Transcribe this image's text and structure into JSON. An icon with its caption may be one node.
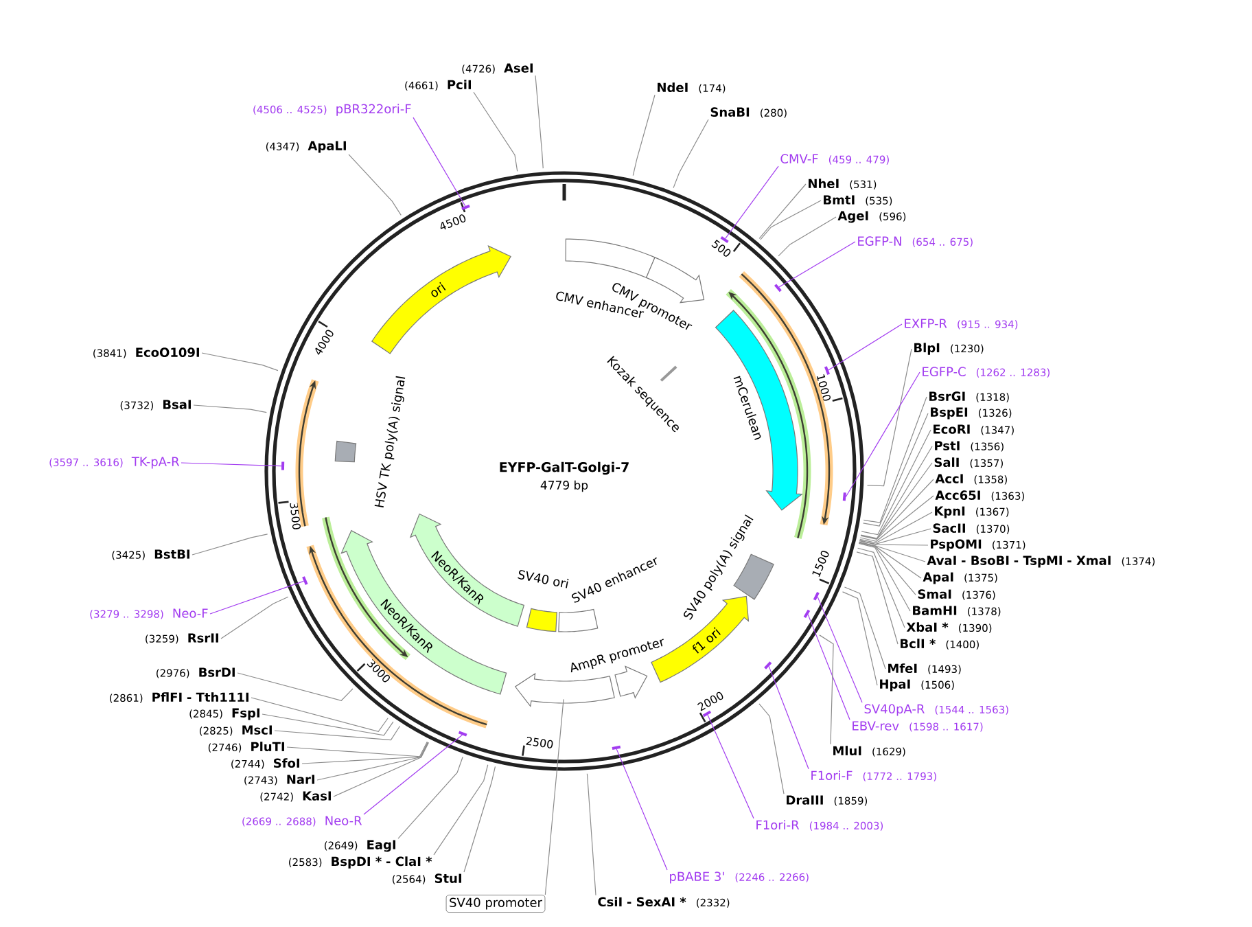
{
  "diagram": {
    "title": "EYFP-GalT-Golgi-7",
    "nodes": [
      {
        "text": [
          "NdeI",
          "(174)"
        ]
      },
      {
        "text": [
          "SnaBI",
          "(280)"
        ]
      },
      {
        "text": [
          "CMV-F",
          "(459 .. 479)"
        ]
      },
      {
        "text": [
          "NheI",
          "(531)"
        ]
      },
      {
        "text": [
          "BmtI",
          "(535)"
        ]
      },
      {
        "text": [
          "AgeI",
          "(596)"
        ]
      },
      {
        "text": [
          "EGFP-N",
          "(654 .. 675)"
        ]
      },
      {
        "text": [
          "EXFP-R",
          "(915 .. 934)"
        ]
      },
      {
        "text": [
          "BlpI",
          "(1230)"
        ]
      },
      {
        "text": [
          "EGFP-C",
          "(1262 .. 1283)"
        ]
      },
      {
        "text": [
          "BsrGI",
          "(1318)"
        ]
      },
      {
        "text": [
          "BspEI",
          "(1326)"
        ]
      },
      {
        "text": [
          "EcoRI",
          "(1347)"
        ]
      },
      {
        "text": [
          "PstI",
          "(1356)"
        ]
      },
      {
        "text": [
          "SalI",
          "(1357)"
        ]
      },
      {
        "text": [
          "AccI",
          "(1358)"
        ]
      },
      {
        "text": [
          "Acc65I",
          "(1363)"
        ]
      },
      {
        "text": [
          "KpnI",
          "(1367)"
        ]
      },
      {
        "text": [
          "SacII",
          "(1370)"
        ]
      },
      {
        "text": [
          "PspOMI",
          "(1371)"
        ]
      },
      {
        "text": [
          "AvaI",
          "- BsoBI",
          "- TspMI",
          "- XmaI",
          "(1374)"
        ]
      },
      {
        "text": [
          "ApaI",
          "(1375)"
        ]
      },
      {
        "text": [
          "SmaI",
          "(1376)"
        ]
      },
      {
        "text": [
          "BamHI",
          "(1378)"
        ]
      },
      {
        "text": [
          "XbaI *",
          "(1390)"
        ]
      },
      {
        "text": [
          "BclI *",
          "(1400)"
        ]
      },
      {
        "text": [
          "MfeI",
          "(1493)"
        ]
      },
      {
        "text": [
          "HpaI",
          "(1506)"
        ]
      },
      {
        "text": [
          "SV40pA-R",
          "(1544 .. 1563)"
        ]
      },
      {
        "text": [
          "EBV-rev",
          "(1598 .. 1617)"
        ]
      },
      {
        "text": [
          "MluI",
          "(1629)"
        ]
      },
      {
        "text": [
          "F1ori-F",
          "(1772 .. 1793)"
        ]
      },
      {
        "text": [
          "DraIII",
          "(1859)"
        ]
      },
      {
        "text": [
          "F1ori-R",
          "(1984 .. 2003)"
        ]
      },
      {
        "text": [
          "pBABE 3'",
          "(2246 .. 2266)"
        ]
      },
      {
        "text": [
          "CsiI",
          "- SexAI *",
          "(2332)"
        ]
      },
      {
        "text": [
          "SV40 promoter"
        ]
      },
      {
        "text": [
          "(2564)",
          "StuI"
        ]
      },
      {
        "text": [
          "(2583)",
          "BspDI *",
          "- ClaI *"
        ]
      },
      {
        "text": [
          "(2649)",
          "EagI"
        ]
      },
      {
        "text": [
          "(2669 .. 2688)",
          "Neo-R"
        ]
      },
      {
        "text": [
          "(2742)",
          "KasI"
        ]
      },
      {
        "text": [
          "(2743)",
          "NarI"
        ]
      },
      {
        "text": [
          "(2744)",
          "SfoI"
        ]
      },
      {
        "text": [
          "(2746)",
          "PluTI"
        ]
      },
      {
        "text": [
          "(2825)",
          "MscI"
        ]
      },
      {
        "text": [
          "(2845)",
          "FspI"
        ]
      },
      {
        "text": [
          "(2861)",
          "PflFI",
          "- Tth111I"
        ]
      },
      {
        "text": [
          "(2976)",
          "BsrDI"
        ]
      },
      {
        "text": [
          "(3259)",
          "RsrII"
        ]
      },
      {
        "text": [
          "(3279 .. 3298)",
          "Neo-F"
        ]
      },
      {
        "text": [
          "(3425)",
          "BstBI"
        ]
      },
      {
        "text": [
          "(3597 .. 3616)",
          "TK-pA-R"
        ]
      },
      {
        "text": [
          "(3732)",
          "BsaI"
        ]
      },
      {
        "text": [
          "(3841)",
          "EcoO109I"
        ]
      },
      {
        "text": [
          "(4347)",
          "ApaLI"
        ]
      },
      {
        "text": [
          "(4506 .. 4525)",
          "pBR322ori-F"
        ]
      },
      {
        "text": [
          "(4661)",
          "PciI"
        ]
      },
      {
        "text": [
          "(4726)",
          "AseI"
        ]
      },
      {
        "text": [
          "CMV enhancer"
        ]
      },
      {
        "text": [
          "CMV promoter"
        ]
      },
      {
        "text": [
          "Kozak sequence"
        ]
      },
      {
        "text": [
          "mCerulean"
        ]
      },
      {
        "text": [
          "SV40 poly(A) signal"
        ]
      },
      {
        "text": [
          "f1 ori"
        ]
      },
      {
        "text": [
          "AmpR promoter"
        ]
      },
      {
        "text": [],
        "shape": "arrow"
      },
      {
        "text": [
          "SV40 enhancer"
        ]
      },
      {
        "text": [
          "SV40 ori"
        ]
      },
      {
        "text": [
          "NeoR/KanR"
        ]
      },
      {
        "text": [
          "NeoR/KanR"
        ]
      },
      {
        "text": [
          "HSV TK poly(A) signal"
        ]
      },
      {
        "text": [
          "ori"
        ]
      },
      {
        "text": [],
        "shape": "bar"
      },
      {
        "text": [],
        "shape": "bar"
      },
      {
        "text": [],
        "shape": "bar"
      },
      {
        "text": [],
        "shape": "bar"
      },
      {
        "text": [],
        "shape": "bar"
      },
      {
        "text": [],
        "shape": "bar"
      },
      {
        "text": [],
        "shape": "bar"
      },
      {
        "text": [],
        "shape": "bar"
      },
      {
        "text": [],
        "shape": "bar"
      },
      {
        "text": [],
        "shape": "bar"
      },
      {
        "text": [],
        "shape": "bar"
      },
      {
        "text": [],
        "shape": "bar"
      },
      {
        "text": [],
        "shape": "bar"
      }
    ],
    "edges": [
      {
        "from": 0,
        "to": null,
        "arrow": "none"
      },
      {
        "from": 1,
        "to": null,
        "arrow": "none"
      },
      {
        "from": 2,
        "to": 73,
        "arrow": "none",
        "color": "#a23cf0"
      },
      {
        "from": 3,
        "to": null,
        "arrow": "none"
      },
      {
        "from": 4,
        "to": null,
        "arrow": "none"
      },
      {
        "from": 5,
        "to": null,
        "arrow": "none"
      },
      {
        "from": 6,
        "to": 74,
        "arrow": "none",
        "color": "#a23cf0"
      },
      {
        "from": 7,
        "to": 75,
        "arrow": "none",
        "color": "#a23cf0"
      },
      {
        "from": 8,
        "to": null,
        "arrow": "none"
      },
      {
        "from": 9,
        "to": 76,
        "arrow": "none",
        "color": "#a23cf0"
      },
      {
        "from": 10,
        "to": null,
        "arrow": "none"
      },
      {
        "from": 11,
        "to": null,
        "arrow": "none"
      },
      {
        "from": 12,
        "to": null,
        "arrow": "none"
      },
      {
        "from": 13,
        "to": null,
        "arrow": "none"
      },
      {
        "from": 14,
        "to": null,
        "arrow": "none"
      },
      {
        "from": 15,
        "to": null,
        "arrow": "none"
      },
      {
        "from": 16,
        "to": null,
        "arrow": "none"
      },
      {
        "from": 17,
        "to": null,
        "arrow": "none"
      },
      {
        "from": 18,
        "to": null,
        "arrow": "none"
      },
      {
        "from": 19,
        "to": null,
        "arrow": "none"
      },
      {
        "from": 20,
        "to": null,
        "arrow": "none"
      },
      {
        "from": 21,
        "to": null,
        "arrow": "none"
      },
      {
        "from": 22,
        "to": null,
        "arrow": "none"
      },
      {
        "from": 23,
        "to": null,
        "arrow": "none"
      },
      {
        "from": 24,
        "to": null,
        "arrow": "none"
      },
      {
        "from": 25,
        "to": null,
        "arrow": "none"
      },
      {
        "from": 26,
        "to": null,
        "arrow": "none"
      },
      {
        "from": 27,
        "to": null,
        "arrow": "none"
      },
      {
        "from": 28,
        "to": 77,
        "arrow": "none",
        "color": "#a23cf0"
      },
      {
        "from": 29,
        "to": 78,
        "arrow": "none",
        "color": "#a23cf0"
      },
      {
        "from": 30,
        "to": null,
        "arrow": "none"
      },
      {
        "from": 31,
        "to": 79,
        "arrow": "none",
        "color": "#a23cf0"
      },
      {
        "from": 32,
        "to": null,
        "arrow": "none"
      },
      {
        "from": 33,
        "to": 80,
        "arrow": "none",
        "color": "#a23cf0"
      },
      {
        "from": 34,
        "to": 81,
        "arrow": "none",
        "color": "#a23cf0"
      },
      {
        "from": 35,
        "to": null,
        "arrow": "none"
      },
      {
        "from": 36,
        "to": 66,
        "arrow": "none"
      },
      {
        "from": 37,
        "to": null,
        "arrow": "none"
      },
      {
        "from": 38,
        "to": null,
        "arrow": "none"
      },
      {
        "from": 39,
        "to": null,
        "arrow": "none"
      },
      {
        "from": 40,
        "to": 82,
        "arrow": "none",
        "color": "#a23cf0"
      },
      {
        "from": 41,
        "to": null,
        "arrow": "none"
      },
      {
        "from": 42,
        "to": null,
        "arrow": "none"
      },
      {
        "from": 43,
        "to": null,
        "arrow": "none"
      },
      {
        "from": 44,
        "to": null,
        "arrow": "none"
      },
      {
        "from": 45,
        "to": null,
        "arrow": "none"
      },
      {
        "from": 46,
        "to": null,
        "arrow": "none"
      },
      {
        "from": 47,
        "to": null,
        "arrow": "none"
      },
      {
        "from": 48,
        "to": null,
        "arrow": "none"
      },
      {
        "from": 49,
        "to": null,
        "arrow": "none"
      },
      {
        "from": 50,
        "to": 83,
        "arrow": "none",
        "color": "#a23cf0"
      },
      {
        "from": 51,
        "to": null,
        "arrow": "none"
      },
      {
        "from": 52,
        "to": 84,
        "arrow": "none",
        "color": "#a23cf0"
      },
      {
        "from": 53,
        "to": null,
        "arrow": "none"
      },
      {
        "from": 54,
        "to": null,
        "arrow": "none"
      },
      {
        "from": 55,
        "to": null,
        "arrow": "none"
      },
      {
        "from": 56,
        "to": 85,
        "arrow": "none",
        "color": "#a23cf0"
      },
      {
        "from": 57,
        "to": null,
        "arrow": "none"
      },
      {
        "from": 58,
        "to": null,
        "arrow": "none"
      }
    ],
    "labels": [
      "4779 bp",
      "500",
      "1000",
      "1500",
      "2000",
      "2500",
      "3000",
      "3500",
      "4000",
      "4500"
    ]
  }
}
